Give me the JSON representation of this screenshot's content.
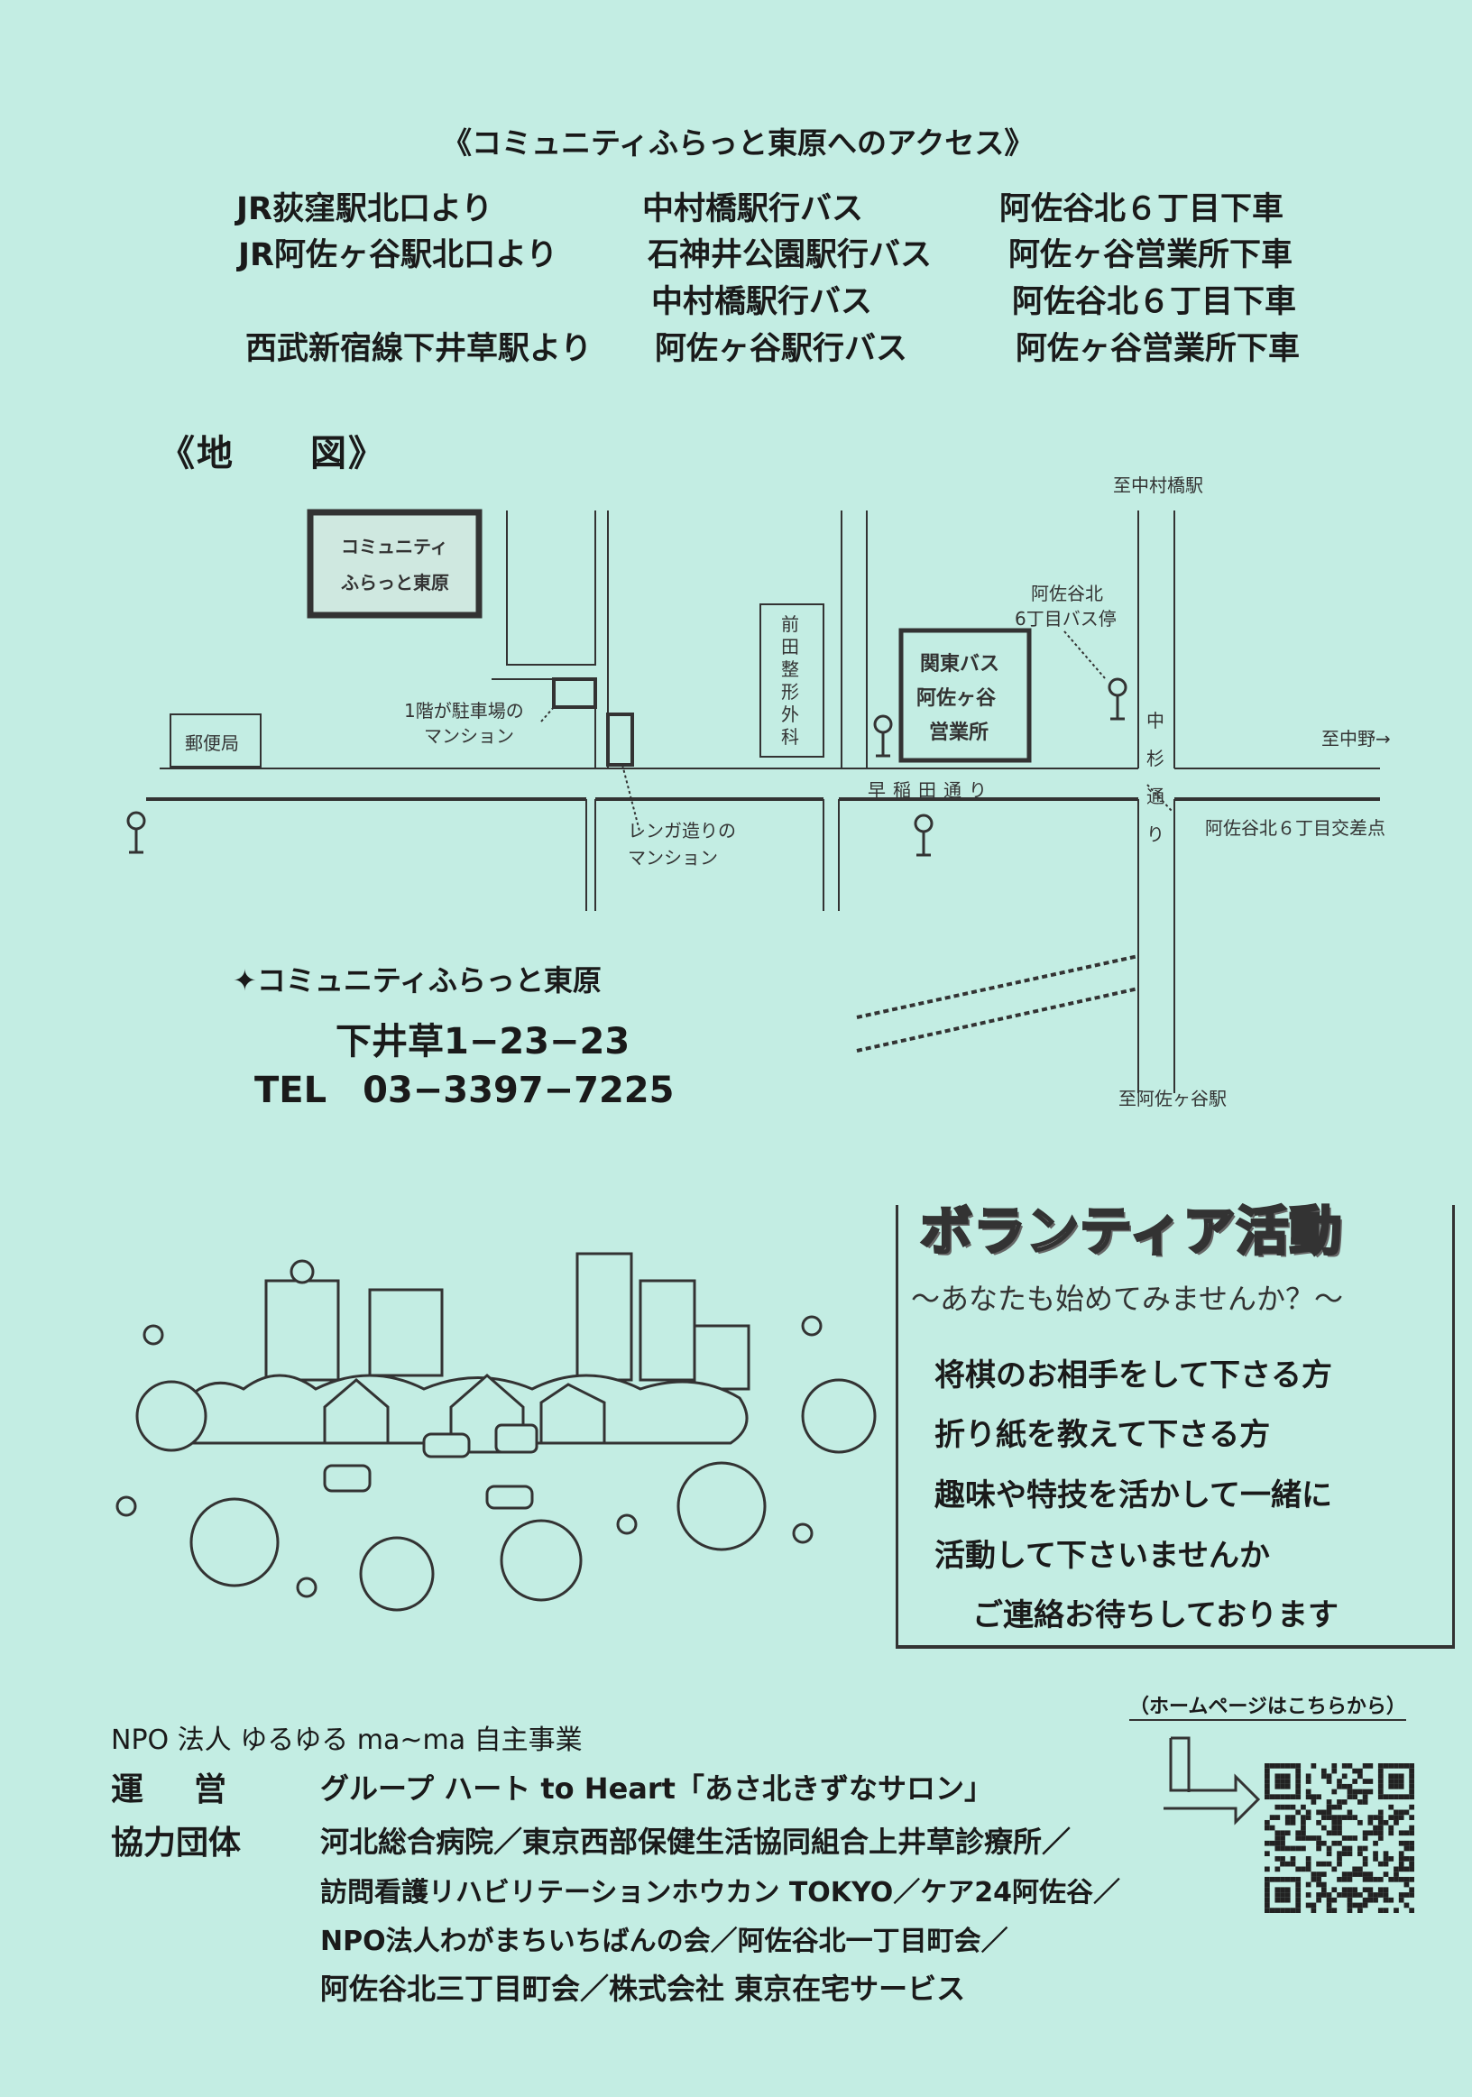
{
  "access": {
    "title": "《コミュニティふらっと東原へのアクセス》",
    "rows": [
      {
        "from": "JR荻窪駅北口より",
        "bus": "中村橋駅行バス",
        "stop": "阿佐谷北６丁目下車"
      },
      {
        "from": "JR阿佐ヶ谷駅北口より",
        "bus": "石神井公園駅行バス",
        "stop": "阿佐ヶ谷営業所下車"
      },
      {
        "from": "",
        "bus": "中村橋駅行バス",
        "stop": "阿佐谷北６丁目下車"
      },
      {
        "from": "西武新宿線下井草駅より",
        "bus": "阿佐ヶ谷駅行バス",
        "stop": "阿佐ヶ谷営業所下車"
      }
    ]
  },
  "map": {
    "heading": "《地　　図》",
    "labels": {
      "community_1": "コミュニティ",
      "community_2": "ふらっと東原",
      "parking_mansion_1": "1階が駐車場の",
      "parking_mansion_2": "マンション",
      "post_office": "郵便局",
      "clinic": "前田整形外科",
      "brick_mansion_1": "レンガ造りの",
      "brick_mansion_2": "マンション",
      "bus_office_1": "関東バス",
      "bus_office_2": "阿佐ヶ谷",
      "bus_office_3": "営業所",
      "bus_stop_1": "阿佐谷北",
      "bus_stop_2": "6丁目バス停",
      "to_nakamurabashi": "至中村橋駅",
      "to_nakano": "至中野→",
      "waseda_street": "早稲田通り",
      "nakasugi_street": "中杉通り",
      "intersection": "阿佐谷北６丁目交差点",
      "to_asagaya": "至阿佐ヶ谷駅"
    }
  },
  "address": {
    "name": "✦コミュニティふらっと東原",
    "street": "下井草1−23−23",
    "tel": "TEL　03−3397−7225"
  },
  "volunteer": {
    "title": "ボランティア活動",
    "subtitle": "〜あなたも始めてみませんか？〜",
    "lines": [
      "将棋のお相手をして下さる方",
      "折り紙を教えて下さる方",
      "趣味や特技を活かして一緒に",
      "活動して下さいませんか",
      "ご連絡お待ちしております"
    ]
  },
  "footer": {
    "homepage_note": "（ホームページはこちらから）",
    "npo_line": "NPO 法人 ゆるゆる ma~ma 自主事業",
    "operation_label": "運　営",
    "operation_value": "グループ ハート to Heart「あさ北きずなサロン」",
    "partners_label": "協力団体",
    "partners": [
      "河北総合病院／東京西部保健生活協同組合上井草診療所／",
      "訪問看護リハビリテーションホウカン TOKYO／ケア24阿佐谷／",
      "NPO法人わがまちいちばんの会／阿佐谷北一丁目町会／",
      "阿佐谷北三丁目町会／株式会社 東京在宅サービス"
    ]
  }
}
